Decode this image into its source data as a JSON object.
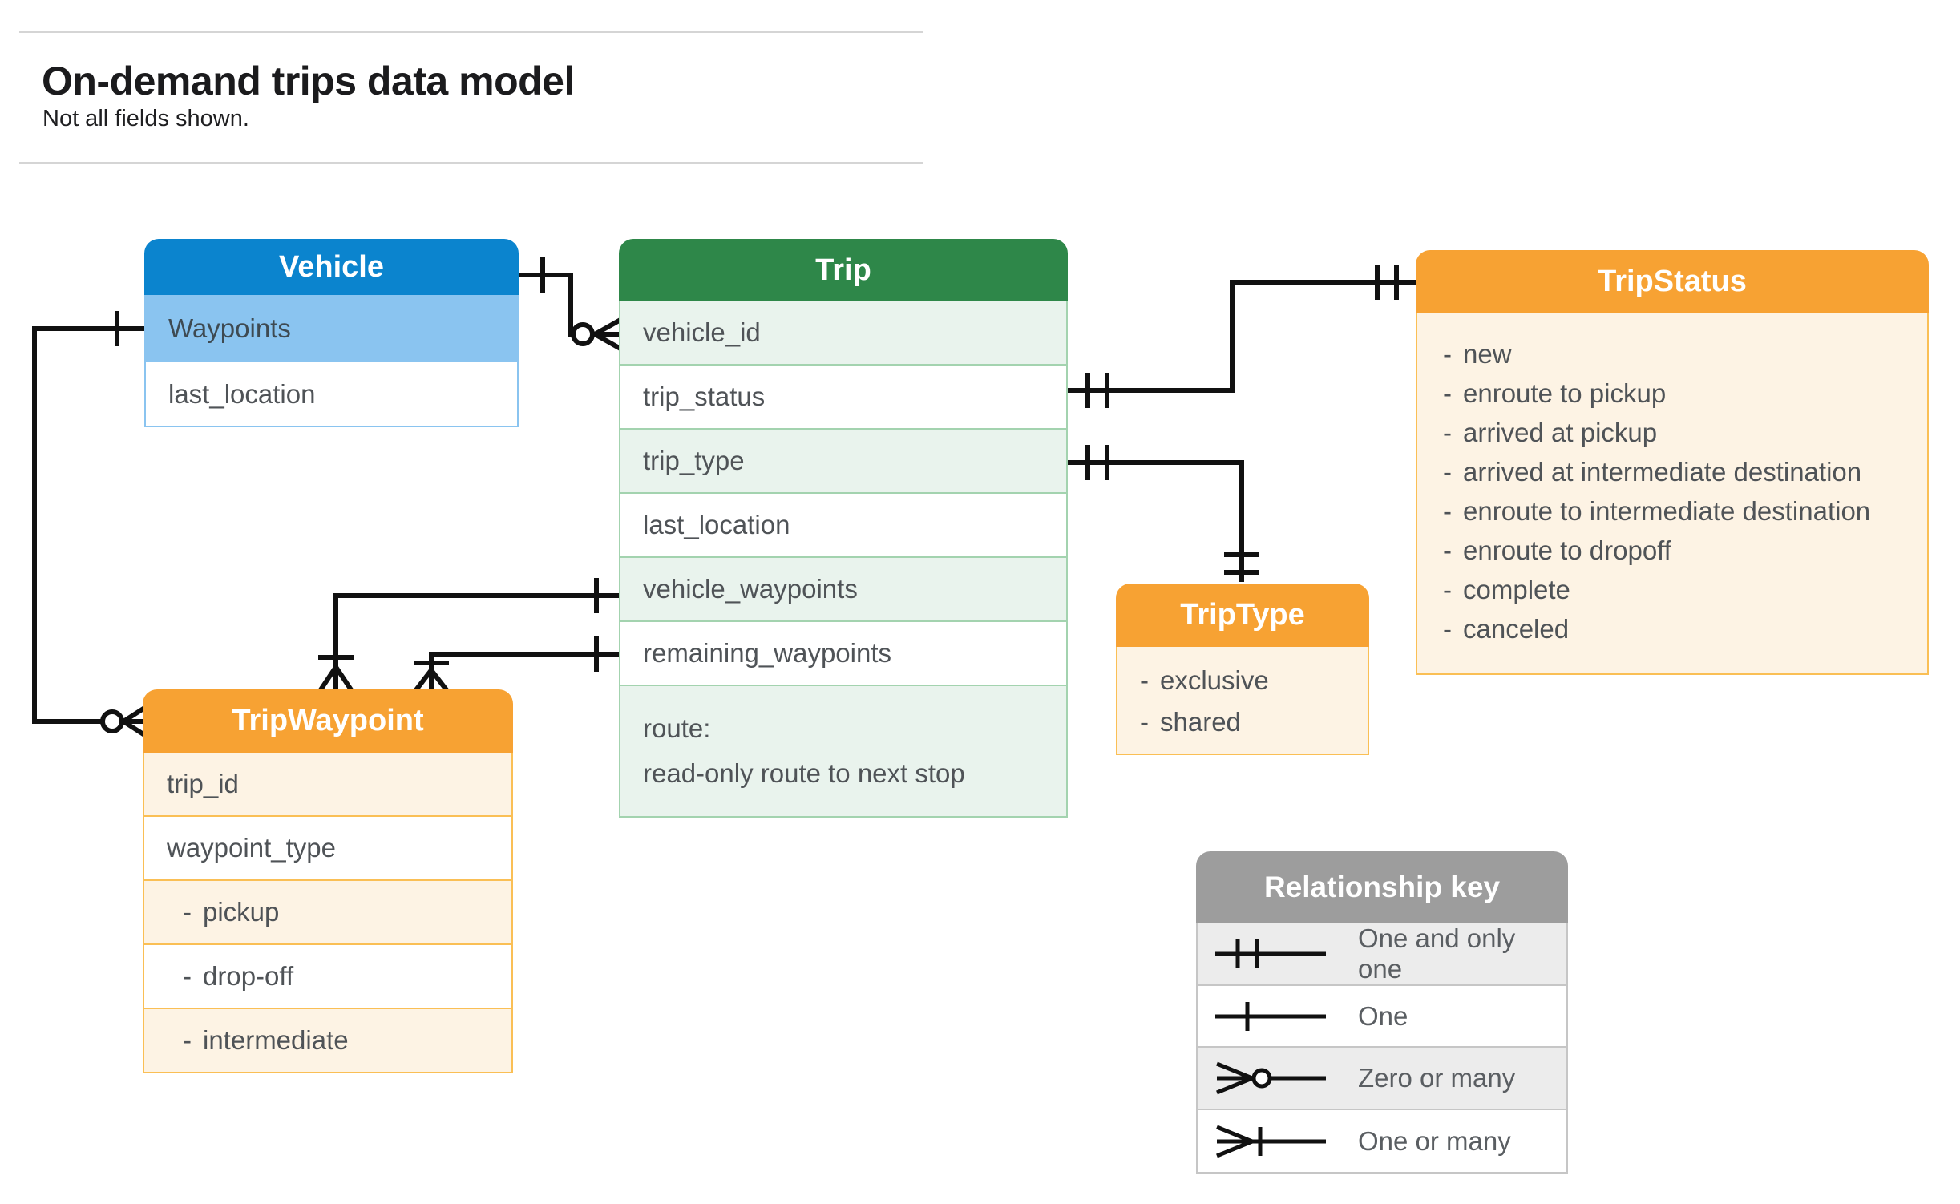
{
  "header": {
    "title": "On-demand trips data model",
    "subtitle": "Not all fields shown."
  },
  "entities": {
    "vehicle": {
      "title": "Vehicle",
      "fields": [
        "Waypoints",
        "last_location"
      ]
    },
    "trip": {
      "title": "Trip",
      "fields": [
        "vehicle_id",
        "trip_status",
        "trip_type",
        "last_location",
        "vehicle_waypoints",
        "remaining_waypoints"
      ],
      "route_label": "route:",
      "route_note": "read-only route to next stop"
    },
    "tripstatus": {
      "title": "TripStatus",
      "values": [
        "new",
        "enroute to pickup",
        "arrived at pickup",
        "arrived at intermediate destination",
        "enroute to intermediate destination",
        "enroute to dropoff",
        "complete",
        "canceled"
      ]
    },
    "triptype": {
      "title": "TripType",
      "values": [
        "exclusive",
        "shared"
      ]
    },
    "tripwaypoint": {
      "title": "TripWaypoint",
      "fields": [
        "trip_id",
        "waypoint_type"
      ],
      "values": [
        "pickup",
        "drop-off",
        "intermediate"
      ]
    }
  },
  "legend": {
    "title": "Relationship key",
    "rows": [
      {
        "icon": "one-and-only-one-icon",
        "label": "One and only one"
      },
      {
        "icon": "one-icon",
        "label": "One"
      },
      {
        "icon": "zero-or-many-icon",
        "label": "Zero or many"
      },
      {
        "icon": "one-or-many-icon",
        "label": "One or many"
      }
    ]
  },
  "colors": {
    "vehicle_header": "#0b84ce",
    "vehicle_highlight_row": "#8ac4f0",
    "trip_header": "#2e8749",
    "trip_alt_row": "#e9f3ed",
    "trip_border": "#a3d3af",
    "enum_header": "#f7a233",
    "enum_body": "#fdf3e4",
    "enum_border": "#fabf55",
    "legend_header": "#9d9d9d",
    "legend_alt_row": "#ececec",
    "connector": "#111111",
    "text": "#4f5357"
  }
}
